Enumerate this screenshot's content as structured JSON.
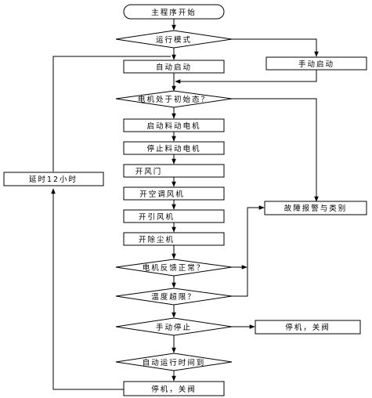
{
  "colors": {
    "stroke": "#000000",
    "background": "#ffffff"
  },
  "nodes": {
    "start": "主程序开始",
    "mode_decision": "运行模式",
    "auto_start": "自动启动",
    "manual_start": "手动启动",
    "motor_ready_decision": "电机处于初始态？",
    "start_feed_motor": "启动料动电机",
    "stop_feed_motor": "停止料动电机",
    "open_damper": "开风门",
    "open_ac_fan": "开空调风机",
    "open_draft_fan": "开引风机",
    "open_dust_collector": "开除尘机",
    "motor_feedback_decision": "电机反馈正常？",
    "temp_limit_decision": "温度超限？",
    "manual_stop_decision": "手动停止",
    "runtime_decision": "自动运行时间到",
    "shutdown_close_bottom": "停机，关阀",
    "shutdown_close_right": "停机，关阀",
    "fault_alarm": "故障报警与类别",
    "delay_12h": "延时12小时"
  }
}
